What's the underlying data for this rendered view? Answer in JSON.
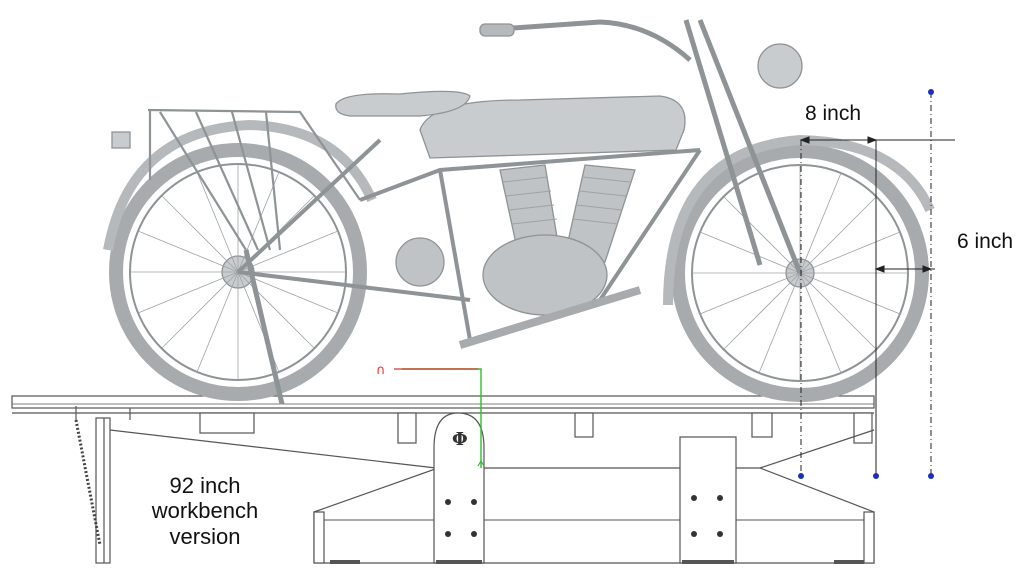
{
  "annotations": {
    "dim_top": "8 inch",
    "dim_right": "6 inch",
    "workbench": [
      "92 inch",
      "workbench",
      "version"
    ],
    "base_glyph": "Φ",
    "red_mark": "∩"
  },
  "colors": {
    "line": "#555555",
    "motorcycle_fill": "#c9ccce",
    "motorcycle_dark": "#8e9396",
    "dimension_dot": "#1a2fbf",
    "guide_green": "#2fbf2f",
    "guide_red": "#e0302f"
  }
}
